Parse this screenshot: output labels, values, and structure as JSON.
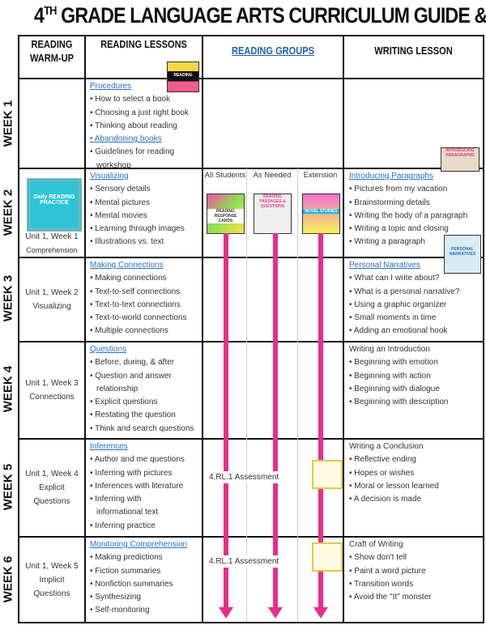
{
  "title": {
    "prefix": "4",
    "sup": "TH",
    "rest": " GRADE LANGUAGE ARTS CURRICULUM GUIDE & MAP"
  },
  "headers": {
    "warmup": "READING WARM-UP",
    "lessons": "READING LESSONS",
    "groups": "READING GROUPS",
    "writing": "WRITING LESSON"
  },
  "group_columns": [
    "All Students",
    "As Needed",
    "Extension"
  ],
  "weeks": [
    {
      "label": "WEEK 1",
      "warmup": [],
      "lesson_title": "Procedures",
      "lessons": [
        "How to select a book",
        "Choosing a just right book",
        "Thinking about  reading",
        "Abandoning books",
        "Guidelines for reading",
        "workshop"
      ],
      "writing_title": "",
      "writing": []
    },
    {
      "label": "WEEK 2",
      "warmup": [
        "Unit 1, Week 1",
        "Comprehension"
      ],
      "lesson_title": "Visualizing",
      "lessons": [
        "Sensory details",
        "Mental pictures",
        "Mental movies",
        "Learning through images",
        "Illustrations vs. text"
      ],
      "writing_title": "Introducing Paragraphs",
      "writing": [
        "Pictures from my vacation",
        "Brainstorming details",
        "Writing the body of a paragraph",
        "Writing a topic and closing",
        "Writing a paragraph"
      ]
    },
    {
      "label": "WEEK 3",
      "warmup": [
        "Unit 1, Week 2",
        "Visualizing"
      ],
      "lesson_title": "Making Connections",
      "lessons": [
        "Making connections",
        "Text-to-self connections",
        "Text-to-text connections",
        "Text-to-world connections",
        "Multiple connections"
      ],
      "writing_title": "Personal Narratives",
      "writing": [
        "What can I write about?",
        "What is a personal narrative?",
        "Using a graphic organizer",
        "Small moments in time",
        "Adding an emotional hook"
      ]
    },
    {
      "label": "WEEK 4",
      "warmup": [
        "Unit 1, Week 3",
        "Connections"
      ],
      "lesson_title": "Questions",
      "lessons": [
        "Before, during, & after",
        "Question and answer",
        "relationship",
        "Explicit questions",
        "Restating the question",
        "Think and search questions"
      ],
      "writing_title": "Writing an Introduction",
      "writing": [
        "Beginning with emotion",
        "Beginning with action",
        "Beginning with dialogue",
        "Beginning with description"
      ]
    },
    {
      "label": "WEEK 5",
      "warmup": [
        "Unit 1, Week 4",
        "Explicit",
        "Questions"
      ],
      "lesson_title": "Inferences",
      "lessons": [
        "Author and me questions",
        "Inferring with pictures",
        "Inferences with literature",
        "Inferring with",
        "informational text",
        "Inferring practice"
      ],
      "writing_title": "Writing a Conclusion",
      "writing": [
        "Reflective ending",
        "Hopes or wishes",
        "Moral or lesson learned",
        "A decision is made"
      ]
    },
    {
      "label": "WEEK 6",
      "warmup": [
        "Unit 1, Week 5",
        "Implicit",
        "Questions"
      ],
      "lesson_title": "Monitoring Comprehension",
      "lessons": [
        "Making predictions",
        "Fiction summaries",
        "Nonfiction summaries",
        "Synthesizing",
        "Self-monitoring"
      ],
      "writing_title": "Craft of Writing",
      "writing": [
        "Show don't tell",
        "Paint a word picture",
        "Transition words",
        "Avoid the \"It\" monster"
      ]
    }
  ],
  "assessments": [
    "4.RL.1 Assessment",
    "4.RL.1 Assessment"
  ],
  "thumbnails": {
    "warmup": "Daily READING PRACTICE",
    "lessons": "READING",
    "all_students": "READING RESPONSE CARDS",
    "as_needed": "READING PASSAGES & QUESTIONS",
    "extension": "NOVEL STUDIES",
    "writing_paragraphs": "INTRODUCING PARAGRAPHS",
    "writing_narratives": "PERSONAL NARRATIVES"
  },
  "colors": {
    "arrow": "#ea2d8c",
    "link": "#2a6fc0",
    "grid": "#111111"
  }
}
